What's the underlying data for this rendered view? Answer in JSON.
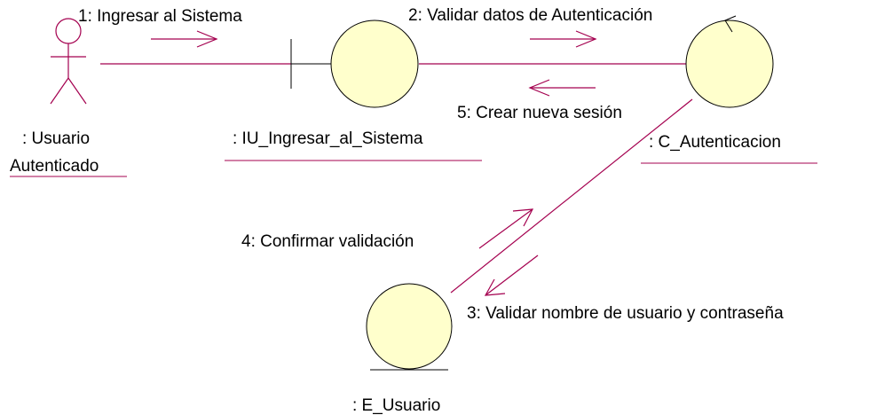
{
  "diagram": {
    "actor": {
      "name_line1": ": Usuario",
      "name_line2": "Autenticado",
      "icon": "stick-figure-actor-icon"
    },
    "objects": {
      "boundary": {
        "name": ": IU_Ingresar_al_Sistema",
        "icon": "boundary-icon"
      },
      "control": {
        "name": ": C_Autenticacion",
        "icon": "control-icon"
      },
      "entity": {
        "name": ": E_Usuario",
        "icon": "entity-icon"
      }
    },
    "messages": {
      "m1": "1: Ingresar al Sistema",
      "m2": "2: Validar datos de Autenticación",
      "m3": "3: Validar nombre de usuario y contraseña",
      "m4": "4: Confirmar validación",
      "m5": "5: Crear nueva sesión"
    },
    "colors": {
      "link": "#a4004f",
      "object_fill": "#ffffcc",
      "text": "#000000"
    }
  }
}
